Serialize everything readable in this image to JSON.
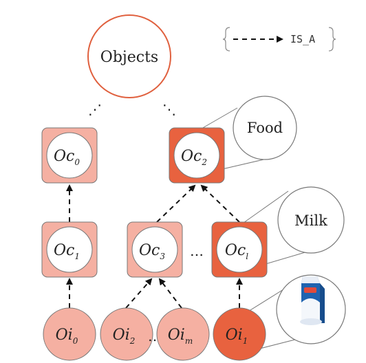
{
  "colors": {
    "light": "#f5b0a2",
    "dark": "#e8623f",
    "stroke_gray": "#777777",
    "root_stroke": "#e0603e",
    "edge": "#111111"
  },
  "root": {
    "label": "Objects"
  },
  "legend": {
    "label": "IS_A"
  },
  "nodes": {
    "oc0": {
      "main": "Oc",
      "sub": "0"
    },
    "oc2": {
      "main": "Oc",
      "sub": "2"
    },
    "oc1": {
      "main": "Oc",
      "sub": "1"
    },
    "oc3": {
      "main": "Oc",
      "sub": "3"
    },
    "ocl": {
      "main": "Oc",
      "sub": "l"
    },
    "oi0": {
      "main": "Oi",
      "sub": "0"
    },
    "oi2": {
      "main": "Oi",
      "sub": "2"
    },
    "oim": {
      "main": "Oi",
      "sub": "m"
    },
    "oi1": {
      "main": "Oi",
      "sub": "1"
    }
  },
  "callouts": {
    "food": "Food",
    "milk": "Milk",
    "milk_image_icon": "milk-carton-icon"
  },
  "ellipses": {
    "top_left": "⋰",
    "top_right": "⋱",
    "middle": "…",
    "bottom": "…"
  }
}
